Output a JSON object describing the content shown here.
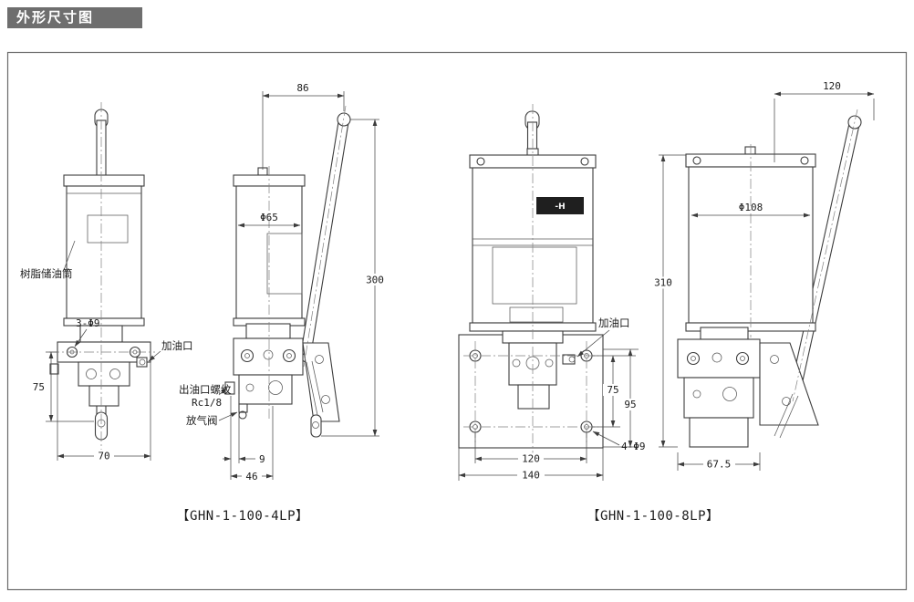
{
  "header": {
    "title": "外形尺寸图"
  },
  "drawing": {
    "left_model": {
      "caption": "【GHN-1-100-4LP】",
      "labels": {
        "reservoir": "树脂储油筒",
        "holes": "3-Φ9",
        "fill_port": "加油口",
        "outlet_thread_line1": "出油口螺纹",
        "outlet_thread_line2": "Rc1/8",
        "air_valve": "放气阀"
      },
      "dims": {
        "handle_span": "86",
        "total_height": "300",
        "body_diameter": "Φ65",
        "base_height": "75",
        "base_width": "70",
        "outlet_offset": "9",
        "outlet_span": "46"
      }
    },
    "right_model": {
      "caption": "【GHN-1-100-8LP】",
      "labels": {
        "fill_port": "加油口",
        "holes": "4-Φ9",
        "logo": "-H"
      },
      "dims": {
        "handle_span": "120",
        "total_height": "310",
        "body_diameter": "Φ108",
        "hole_spacing_v": "75",
        "plate_height": "95",
        "hole_spacing_h": "120",
        "plate_width": "140",
        "side_width": "67.5"
      }
    }
  }
}
